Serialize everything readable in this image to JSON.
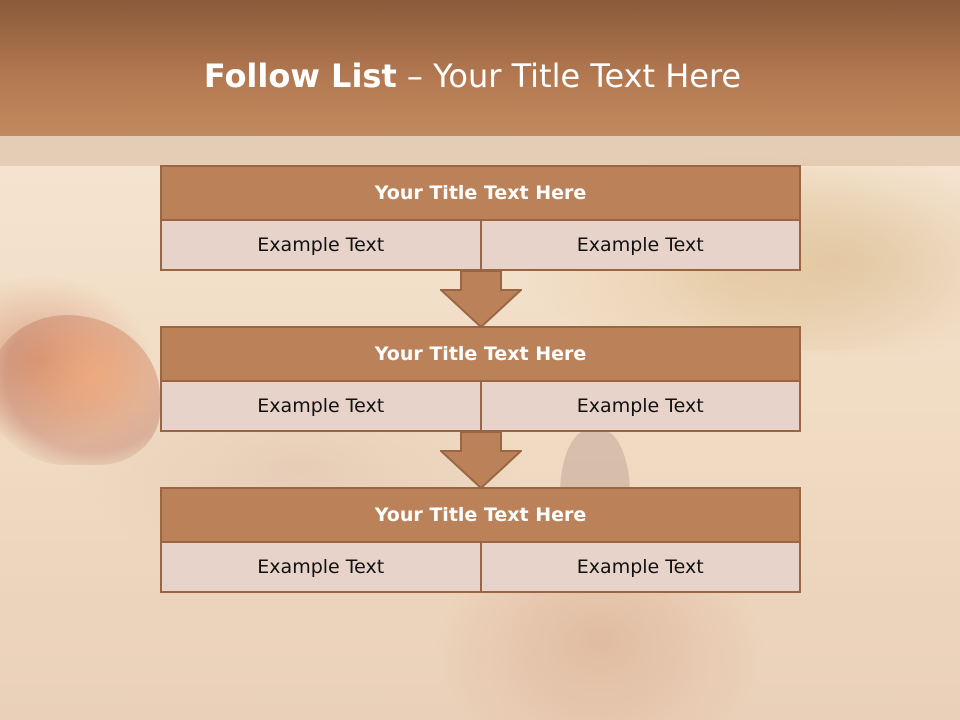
{
  "slide": {
    "title_bold": "Follow List",
    "title_rest": " – Your Title Text Here"
  },
  "blocks": [
    {
      "title": "Your Title Text Here",
      "left": "Example Text",
      "right": "Example Text"
    },
    {
      "title": "Your Title Text Here",
      "left": "Example Text",
      "right": "Example Text"
    },
    {
      "title": "Your Title Text Here",
      "left": "Example Text",
      "right": "Example Text"
    }
  ],
  "colors": {
    "header": "#b57a52",
    "block_title": "#bb8259",
    "block_cell": "#e7d3c9",
    "border": "#9a6542"
  },
  "icons": [
    "down-arrow-icon",
    "down-arrow-icon"
  ]
}
